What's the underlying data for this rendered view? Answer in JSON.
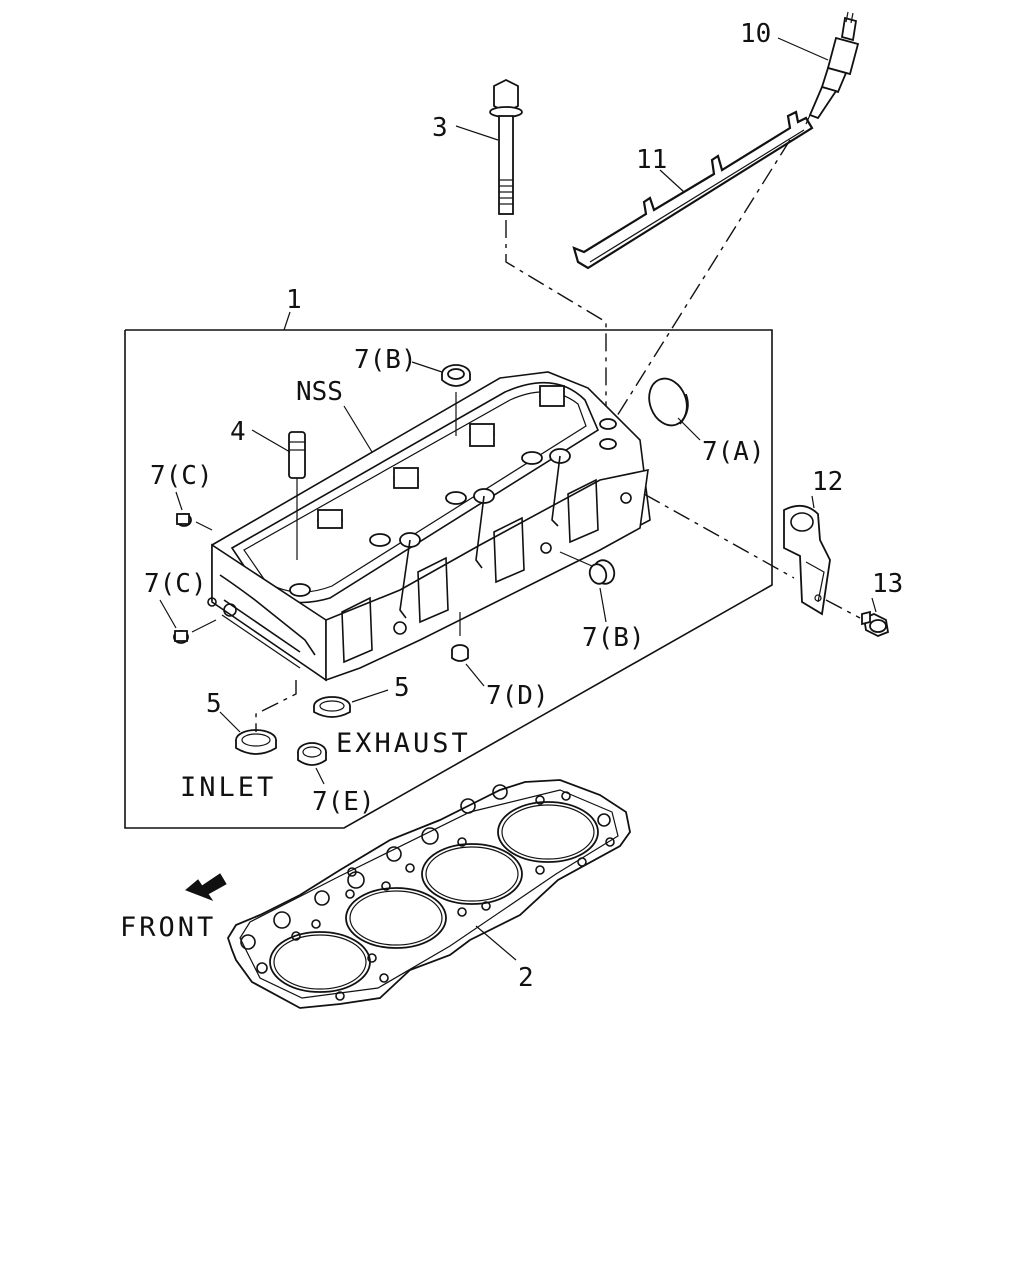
{
  "callouts": [
    {
      "id": "c1",
      "text": "1"
    },
    {
      "id": "c2",
      "text": "2"
    },
    {
      "id": "c3",
      "text": "3"
    },
    {
      "id": "c4",
      "text": "4"
    },
    {
      "id": "c5a",
      "text": "5"
    },
    {
      "id": "c5b",
      "text": "5"
    },
    {
      "id": "c7a",
      "text": "7(A)"
    },
    {
      "id": "c7b1",
      "text": "7(B)"
    },
    {
      "id": "c7b2",
      "text": "7(B)"
    },
    {
      "id": "c7c1",
      "text": "7(C)"
    },
    {
      "id": "c7c2",
      "text": "7(C)"
    },
    {
      "id": "c7d",
      "text": "7(D)"
    },
    {
      "id": "c7e",
      "text": "7(E)"
    },
    {
      "id": "c10",
      "text": "10"
    },
    {
      "id": "c11",
      "text": "11"
    },
    {
      "id": "c12",
      "text": "12"
    },
    {
      "id": "c13",
      "text": "13"
    }
  ],
  "annotations": {
    "nss": "NSS",
    "exhaust": "EXHAUST",
    "inlet": "INLET",
    "front": "FRONT"
  },
  "icons": {
    "front_arrow": "arrow-down-left-icon"
  }
}
